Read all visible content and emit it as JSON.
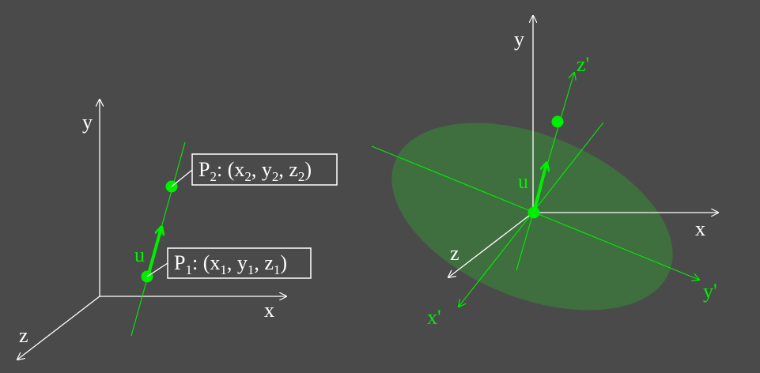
{
  "colors": {
    "background": "#4a4a4a",
    "axis": "#ffffff",
    "accent": "#00ee00",
    "plane_fill": "#3f6e3f",
    "label_box_border": "#ffffff"
  },
  "left_diagram": {
    "axes": {
      "x": "x",
      "y": "y",
      "z": "z"
    },
    "vector_label": "u",
    "p1": {
      "name": "P",
      "sub": "1",
      "pre": ": (x",
      "x_sub": "1",
      "mid1": ", y",
      "y_sub": "1",
      "mid2": ", z",
      "z_sub": "1",
      "close": ")"
    },
    "p2": {
      "name": "P",
      "sub": "2",
      "pre": ": (x",
      "x_sub": "2",
      "mid1": ", y",
      "y_sub": "2",
      "mid2": ", z",
      "z_sub": "2",
      "close": ")"
    }
  },
  "right_diagram": {
    "axes": {
      "x": "x",
      "y": "y",
      "z": "z"
    },
    "rotated_axes": {
      "x": "x'",
      "y": "y'",
      "z": "z'"
    },
    "vector_label": "u"
  }
}
